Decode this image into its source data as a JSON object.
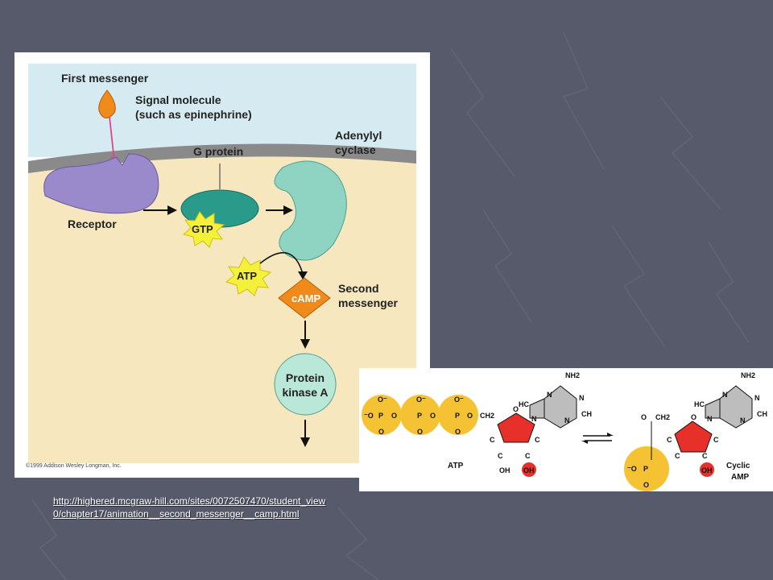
{
  "diagram": {
    "first_messenger": "First messenger",
    "signal_line1": "Signal molecule",
    "signal_line2": "(such as epinephrine)",
    "g_protein": "G protein",
    "adenylyl_line1": "Adenylyl",
    "adenylyl_line2": "cyclase",
    "receptor": "Receptor",
    "gtp": "GTP",
    "atp": "ATP",
    "camp": "cAMP",
    "second_line1": "Second",
    "second_line2": "messenger",
    "pka_line1": "Protein",
    "pka_line2": "kinase A",
    "copyright": "©1999 Addison Wesley Longman, Inc."
  },
  "chemistry": {
    "atp_label": "ATP",
    "cyclic_line1": "Cyclic",
    "cyclic_line2": "AMP",
    "nh2": "NH2",
    "oh": "OH",
    "ch2": "CH2"
  },
  "link": {
    "text": "http://highered.mcgraw-hill.com/sites/0072507470/student_view0/chapter17/animation__second_messenger__camp.html"
  },
  "colors": {
    "background": "#575a6b",
    "cytoplasm": "#f6e7bf",
    "extracellular": "#d6ebf1",
    "membrane": "#8a8a8a",
    "receptor": "#9a8acb",
    "g_protein": "#2a9a8a",
    "adenylyl_cyclase": "#8fd3c3",
    "starburst": "#f5f03a",
    "camp_diamond": "#f08a1a",
    "pka": "#b9e8d8",
    "phosphate": "#f5c233",
    "ribose": "#e8302a"
  }
}
